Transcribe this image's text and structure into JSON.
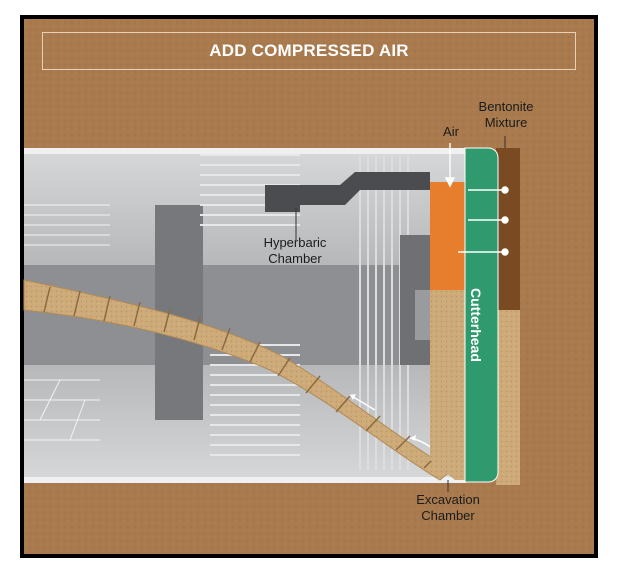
{
  "title": "ADD COMPRESSED AIR",
  "labels": {
    "air": "Air",
    "bentonite_line1": "Bentonite",
    "bentonite_line2": "Mixture",
    "hyperbaric_line1": "Hyperbaric",
    "hyperbaric_line2": "Chamber",
    "cutterhead": "Cutterhead",
    "excavation_line1": "Excavation",
    "excavation_line2": "Chamber"
  },
  "colors": {
    "soil": "#a87a4e",
    "machine_shell": "#c9cacc",
    "compressed_air": "#e67e2e",
    "bentonite": "#7a4a22",
    "cutterhead": "#2f9a6e",
    "excavated_material": "#cdaa78"
  }
}
